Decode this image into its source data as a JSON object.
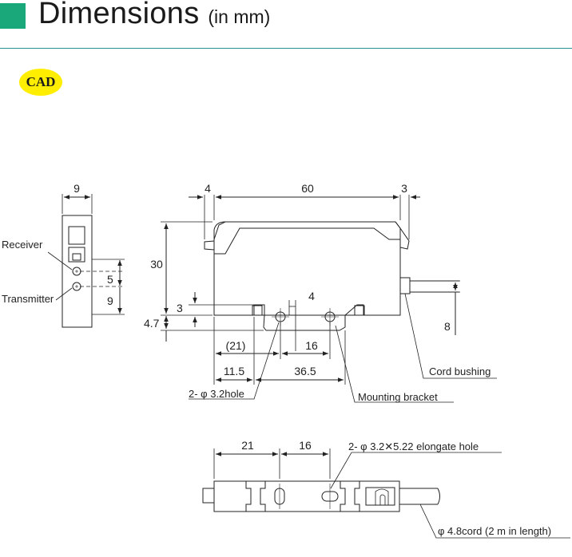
{
  "header": {
    "title": "Dimensions",
    "units": "(in mm)",
    "accent_color": "#1aa87a",
    "rule_color": "#2a8f8f"
  },
  "cad_badge": {
    "label": "CAD",
    "color": "#ffee00"
  },
  "side_view": {
    "width_dim": "9",
    "receiver_label": "Receiver",
    "transmitter_label": "Transmitter",
    "dim_5": "5",
    "dim_9": "9"
  },
  "front_view": {
    "dim_4_top": "4",
    "dim_60": "60",
    "dim_3_top": "3",
    "dim_30": "30",
    "dim_3_left": "3",
    "dim_4_7": "4.7",
    "dim_4_bracket": "4",
    "dim_21_ref": "(21)",
    "dim_16": "16",
    "dim_11_5": "11.5",
    "dim_36_5": "36.5",
    "dim_8": "8",
    "hole_label": "2- φ 3.2hole",
    "bracket_label": "Mounting bracket",
    "bushing_label": "Cord bushing"
  },
  "bottom_view": {
    "dim_21": "21",
    "dim_16": "16",
    "hole_label": "2- φ 3.2✕5.22 elongate hole",
    "cord_label": "φ 4.8cord (2 m in length)"
  }
}
